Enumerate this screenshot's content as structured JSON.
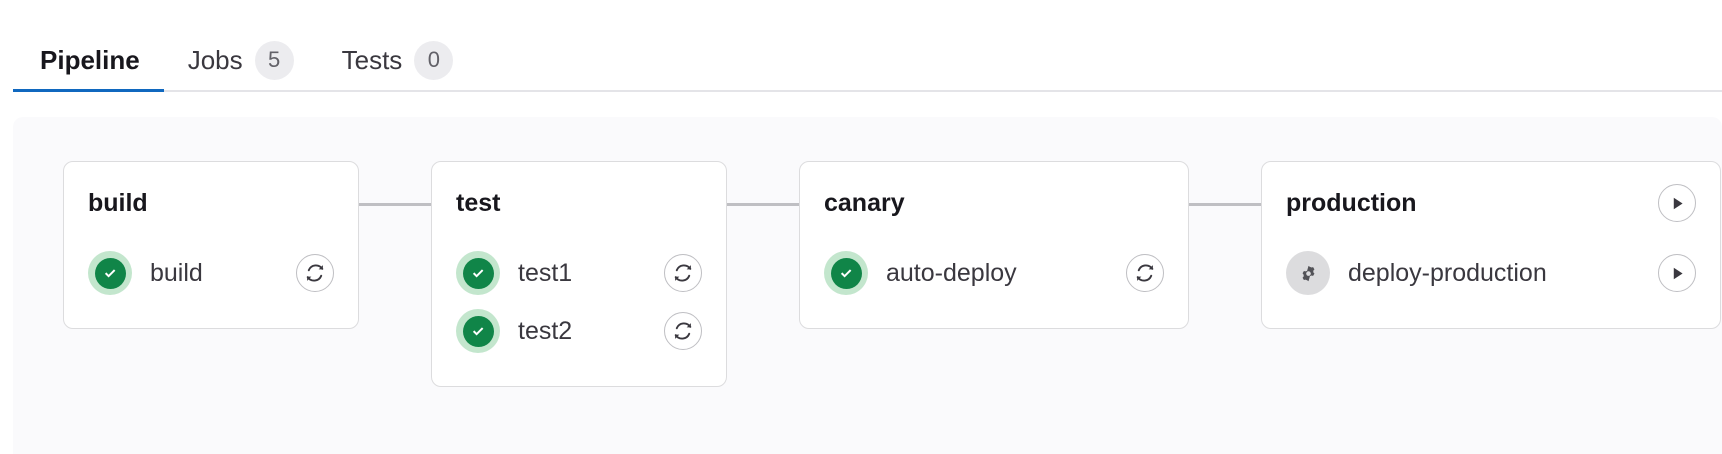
{
  "tabs": [
    {
      "label": "Pipeline",
      "badge": null,
      "active": true
    },
    {
      "label": "Jobs",
      "badge": "5",
      "active": false
    },
    {
      "label": "Tests",
      "badge": "0",
      "active": false
    }
  ],
  "colors": {
    "accent": "#1068bf",
    "success": "#108548",
    "success_halo": "#c3e6cd",
    "manual": "#535358",
    "manual_halo": "#dcdcde",
    "panel_bg": "#fafafc",
    "card_border": "#dcdcde",
    "connector": "#bfbfc3",
    "badge_bg": "#ececef"
  },
  "pipeline": {
    "stages": [
      {
        "name": "build",
        "header_action": null,
        "jobs": [
          {
            "name": "build",
            "status": "success",
            "action": "retry"
          }
        ]
      },
      {
        "name": "test",
        "header_action": null,
        "jobs": [
          {
            "name": "test1",
            "status": "success",
            "action": "retry"
          },
          {
            "name": "test2",
            "status": "success",
            "action": "retry"
          }
        ]
      },
      {
        "name": "canary",
        "header_action": null,
        "jobs": [
          {
            "name": "auto-deploy",
            "status": "success",
            "action": "retry"
          }
        ]
      },
      {
        "name": "production",
        "header_action": "play",
        "jobs": [
          {
            "name": "deploy-production",
            "status": "manual",
            "action": "play"
          }
        ]
      }
    ]
  },
  "icons": {
    "retry": "retry-icon",
    "play": "play-icon",
    "success": "status-success-icon",
    "manual": "status-manual-gear-icon"
  }
}
